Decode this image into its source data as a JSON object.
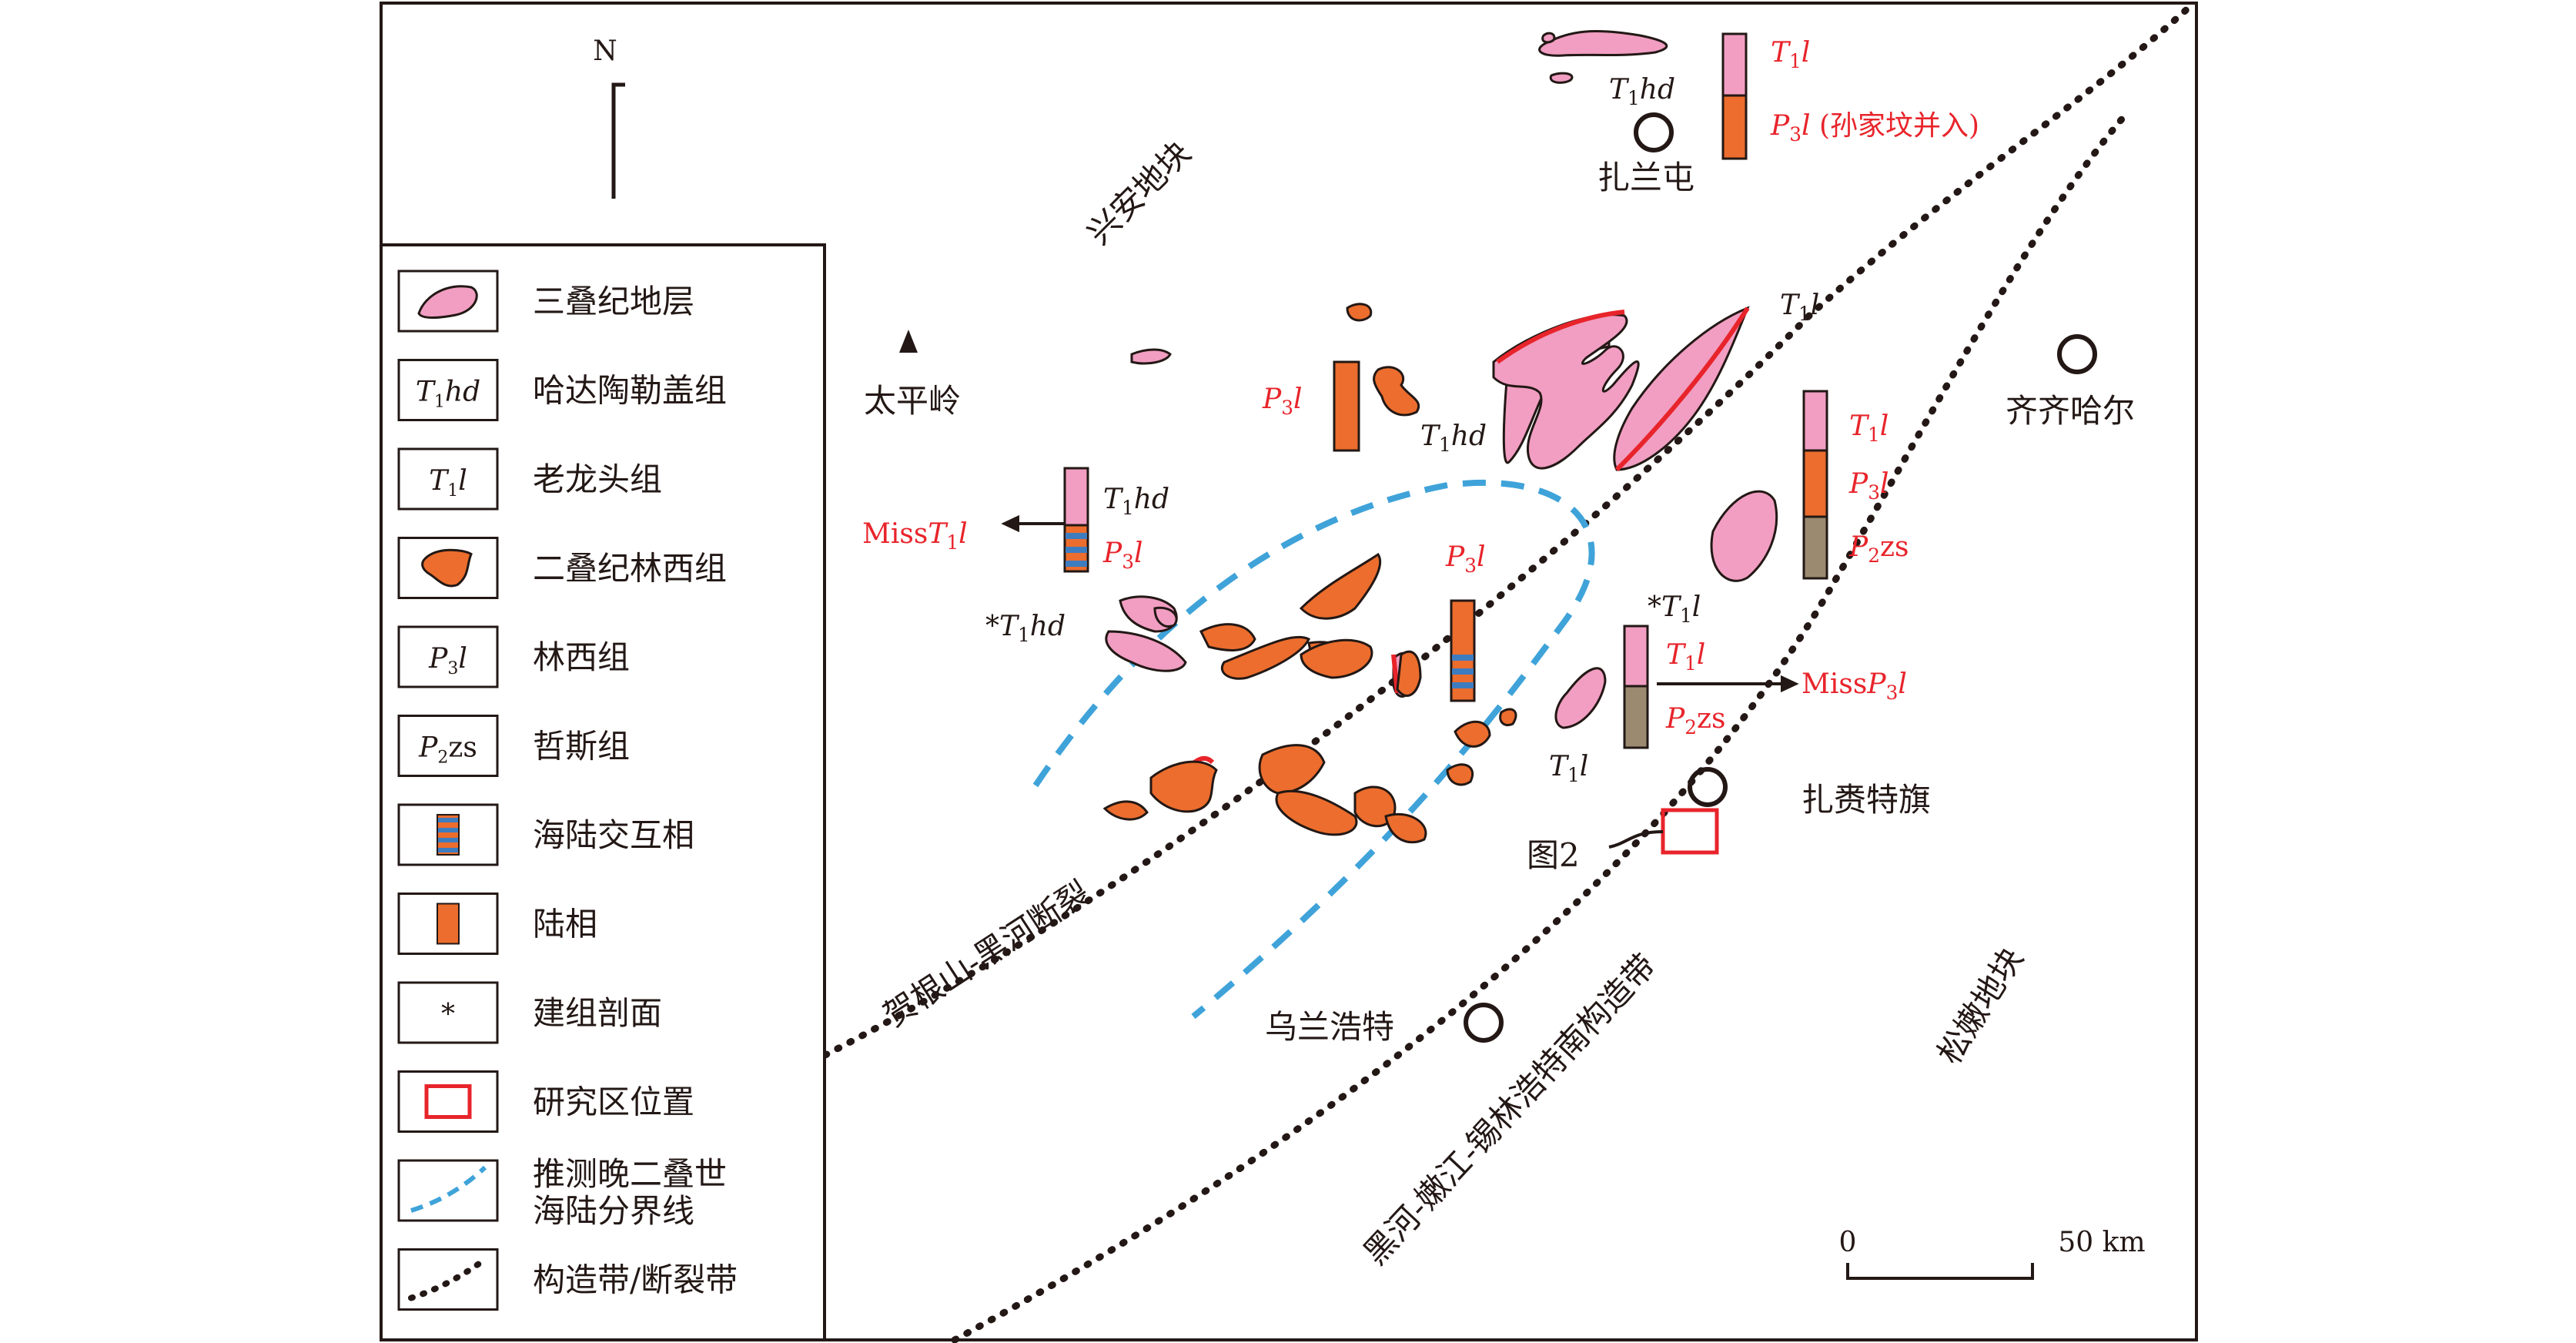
{
  "colors": {
    "triassic": "#f19ec2",
    "permian": "#ec6d2d",
    "marine_stripe_a": "#3e7cc0",
    "marine_stripe_b": "#ec6d2d",
    "sand_col": "#9b8a70",
    "red_text": "#e8242b",
    "boundary_dashed": "#3fa3d9",
    "fault": "#231815",
    "frame": "#231815"
  },
  "north_arrow": {
    "label": "N"
  },
  "legend": {
    "items": [
      {
        "symbol": "triassic-patch",
        "label": "三叠纪地层"
      },
      {
        "symbol": "text",
        "code": "T1hd",
        "label": "哈达陶勒盖组"
      },
      {
        "symbol": "text",
        "code": "T1l",
        "label": "老龙头组"
      },
      {
        "symbol": "permian-patch",
        "label": "二叠纪林西组"
      },
      {
        "symbol": "text",
        "code": "P3l",
        "label": "林西组"
      },
      {
        "symbol": "text",
        "code": "P2zs",
        "label": "哲斯组"
      },
      {
        "symbol": "striped-column",
        "label": "海陆交互相"
      },
      {
        "symbol": "orange-column",
        "label": "陆相"
      },
      {
        "symbol": "asterisk",
        "code": "*",
        "label": "建组剖面"
      },
      {
        "symbol": "red-box",
        "label": "研究区位置"
      },
      {
        "symbol": "blue-dash",
        "label": "推测晚二叠世",
        "label2": "海陆分界线"
      },
      {
        "symbol": "black-dot",
        "label": "构造带/断裂带"
      }
    ]
  },
  "places": {
    "taipingling": "太平岭",
    "zhalantun": "扎兰屯",
    "qiqihar": "齐齐哈尔",
    "zhalaiteqi": "扎赉特旗",
    "wulanhaote": "乌兰浩特",
    "fig2": "图2"
  },
  "regions": {
    "xingan": "兴安地块",
    "songnen": "松嫩地块",
    "hegenshan": "贺根山-黑河断裂",
    "heihe_nenjiang": "黑河-嫩江-锡林浩特南构造带"
  },
  "map_labels": {
    "zhalantun_T1l": "T1l",
    "zhalantun_P3l": "P3l (孙家坟并入)",
    "zhalantun_T1hd": "T1hd",
    "north_T1l": "T1l",
    "center_P3l": "P3l",
    "center_T1hd": "T1hd",
    "west_T1hd": "T1hd",
    "west_P3l": "P3l",
    "west_miss": "MissT1l",
    "star_T1hd": "*T1hd",
    "mid_P3l": "P3l",
    "east_T1l": "T1l",
    "east_P3l": "P3l",
    "east_P2zs": "P2zs",
    "se_star_T1l": "*T1l",
    "se_T1l": "T1l",
    "se_P2zs": "P2zs",
    "se_miss": "MissP3l",
    "se_lower_T1l": "T1l"
  },
  "scale_bar": {
    "start": "0",
    "end": "50 km"
  }
}
